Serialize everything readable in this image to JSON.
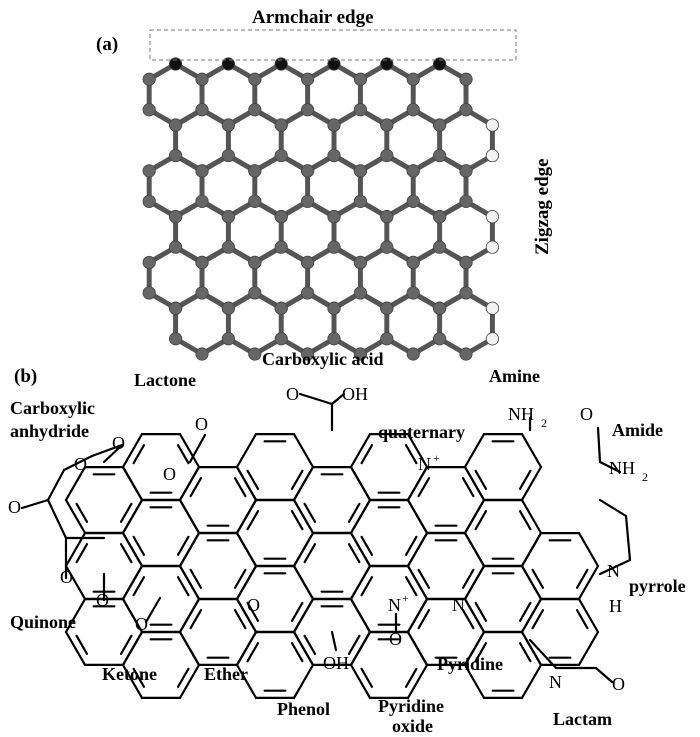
{
  "panel_a": {
    "label": "(a)",
    "armchair_label": "Armchair edge",
    "zigzag_label": "Zigzag edge"
  },
  "panel_b": {
    "label": "(b)",
    "groups": {
      "lactone": "Lactone",
      "carboxylic_acid": "Carboxylic acid",
      "amine": "Amine",
      "carboxylic_anhydride_1": "Carboxylic",
      "carboxylic_anhydride_2": "anhydride",
      "quaternary": "quaternary",
      "amide": "Amide",
      "pyrrole": "pyrrole",
      "quinone": "Quinone",
      "ketone": "Ketone",
      "ether": "Ether",
      "phenol": "Phenol",
      "pyridine_oxide_1": "Pyridine",
      "pyridine_oxide_2": "oxide",
      "pyridine": "Pyridine",
      "lactam": "Lactam"
    },
    "atoms": {
      "O": "O",
      "OH": "OH",
      "N": "N",
      "H": "H",
      "NH": "NH",
      "sub2": "2",
      "plus": "+",
      "minus": "−"
    }
  },
  "colors": {
    "bond": "#000000",
    "atom_gray": "#666666",
    "atom_dark": "#111111",
    "atom_hydrogen": "#f2f2f2"
  }
}
